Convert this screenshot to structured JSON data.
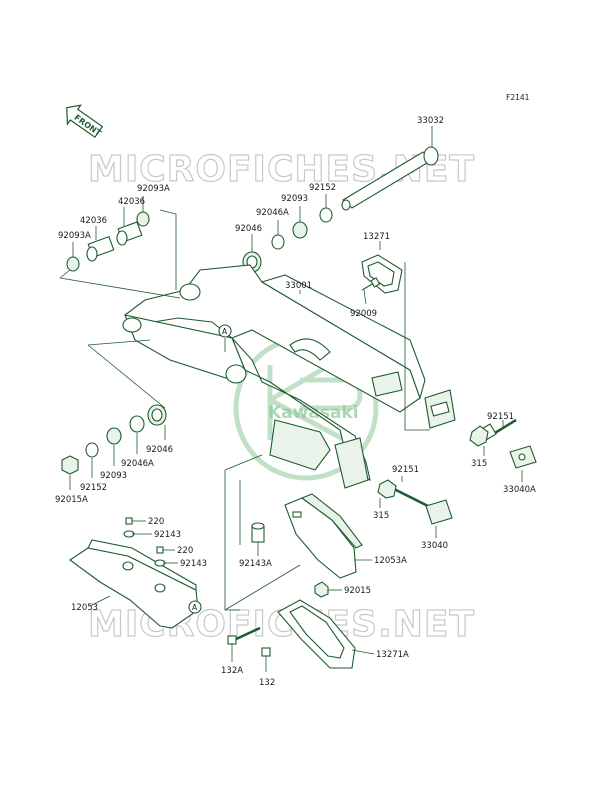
{
  "figure_id": "F2141",
  "front_label": "FRONT",
  "watermark": "MICROFICHES.NET",
  "logo_text": "Kawasaki",
  "ref_marker": "A",
  "part_labels": {
    "p33032": "33032",
    "p92152_top": "92152",
    "p92093_top": "92093",
    "p92046A_top": "92046A",
    "p92046_top": "92046",
    "p92093A_top": "92093A",
    "p42036_a": "42036",
    "p42036_b": "42036",
    "p92093A_left": "92093A",
    "p13271": "13271",
    "p33001": "33001",
    "p92009": "92009",
    "p92151_a": "92151",
    "p315_a": "315",
    "p33040A": "33040A",
    "p92046_bot": "92046",
    "p92046A_bot": "92046A",
    "p92093_bot": "92093",
    "p92152_bot": "92152",
    "p92015A": "92015A",
    "p92151_b": "92151",
    "p315_b": "315",
    "p33040": "33040",
    "p220_a": "220",
    "p92143_a": "92143",
    "p220_b": "220",
    "p92143_b": "92143",
    "p92143A": "92143A",
    "p12053A": "12053A",
    "p12053": "12053",
    "p92015": "92015",
    "p13271A": "13271A",
    "p132A": "132A",
    "p132": "132"
  },
  "colors": {
    "line": "#1e5b2e",
    "text": "#1a1a1a",
    "watermark": "#c8c8c8",
    "logo": "#8cc79a"
  }
}
